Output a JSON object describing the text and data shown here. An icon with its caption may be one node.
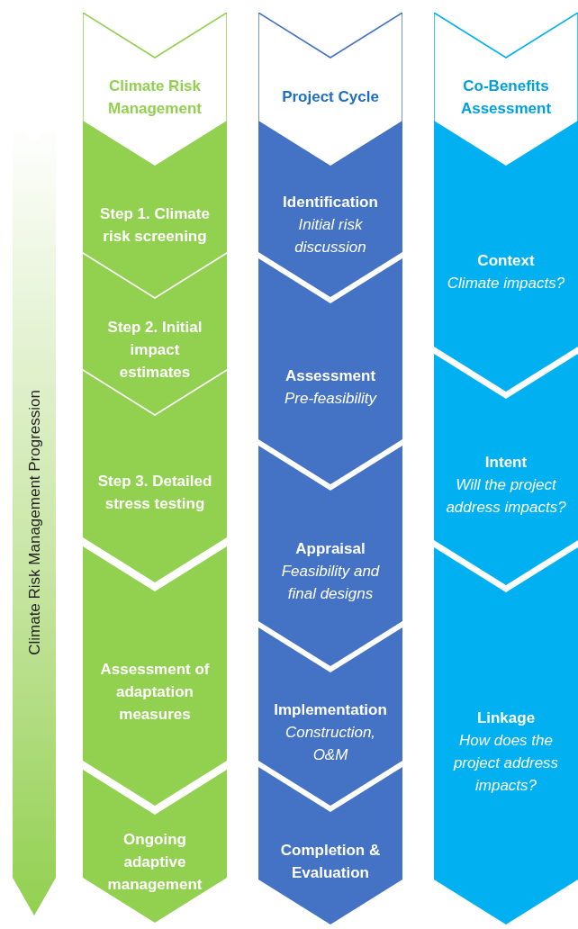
{
  "diagram": {
    "nodes": [
      {
        "text": [
          "Climate Risk Management Progression"
        ]
      },
      {
        "text": [
          "Climate Risk Management"
        ]
      },
      {
        "text": [
          "Step 1. Climate risk screening"
        ]
      },
      {
        "text": [
          "Step 2. Initial impact estimates"
        ]
      },
      {
        "text": [
          "Step 3. Detailed stress testing"
        ]
      },
      {
        "text": [
          "Assessment of adaptation measures"
        ]
      },
      {
        "text": [
          "Ongoing adaptive management"
        ]
      },
      {
        "text": [
          "Project Cycle"
        ]
      },
      {
        "text": [
          "Identification",
          "Initial risk discussion"
        ]
      },
      {
        "text": [
          "Assessment",
          "Pre-feasibility"
        ]
      },
      {
        "text": [
          "Appraisal",
          "Feasibility and final designs"
        ]
      },
      {
        "text": [
          "Implementation",
          "Construction, O&M"
        ]
      },
      {
        "text": [
          "Completion & Evaluation"
        ]
      },
      {
        "text": [
          "Co-Benefits Assessment"
        ]
      },
      {
        "text": [
          "Context",
          "Climate impacts?"
        ]
      },
      {
        "text": [
          "Intent",
          "Will the project address impacts?"
        ]
      },
      {
        "text": [
          "Linkage",
          "How does the project address impacts?"
        ]
      }
    ]
  }
}
